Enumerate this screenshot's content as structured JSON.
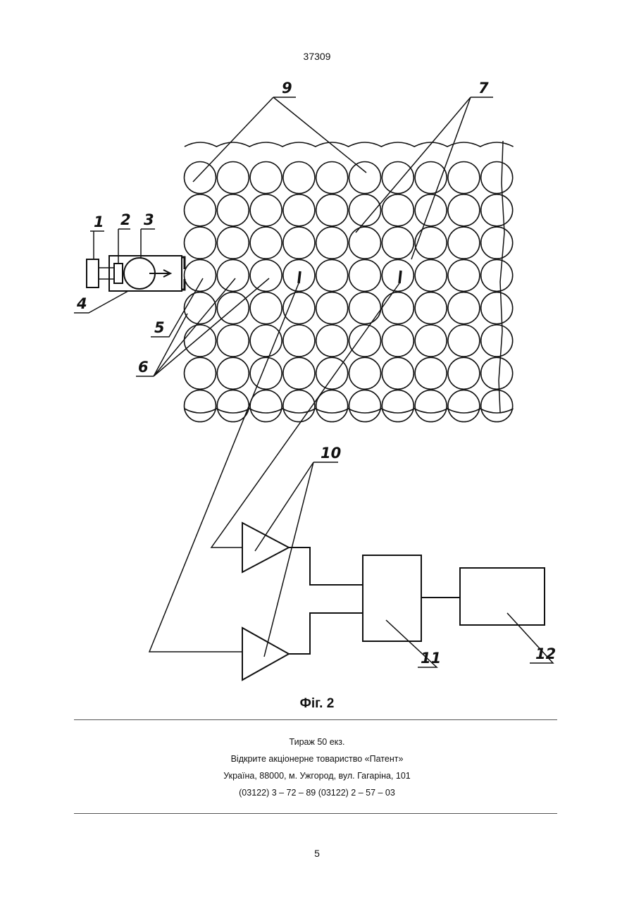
{
  "header": {
    "doc_number": "37309"
  },
  "figure": {
    "caption": "Фіг. 2",
    "labels": {
      "l1": "1",
      "l2": "2",
      "l3": "3",
      "l4": "4",
      "l5": "5",
      "l6": "6",
      "l7": "7",
      "l9": "9",
      "l10": "10",
      "l11": "11",
      "l12": "12"
    }
  },
  "imprint": {
    "line1": "Тираж 50 екз.",
    "line2": "Відкрите акціонерне товариство «Патент»",
    "line3": "Україна, 88000, м. Ужгород, вул. Гагаріна, 101",
    "line4": "(03122) 3 – 72 – 89   (03122) 2 – 57 – 03"
  },
  "footer": {
    "page_number": "5"
  }
}
